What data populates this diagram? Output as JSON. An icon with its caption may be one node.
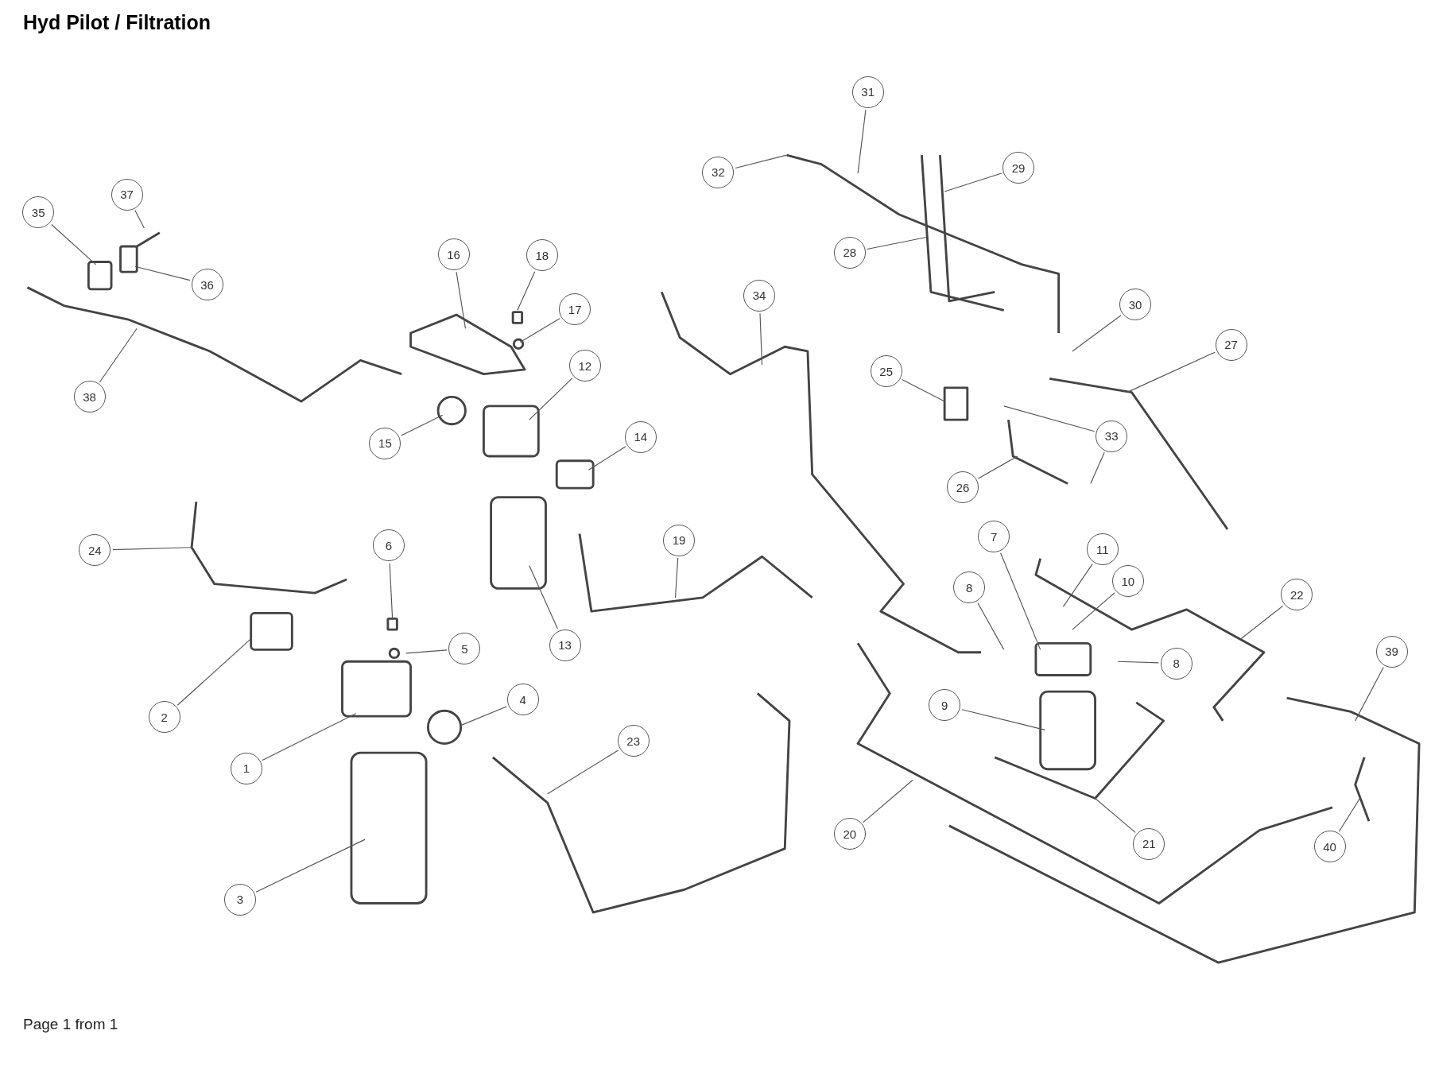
{
  "diagram": {
    "title": "Hyd Pilot / Filtration",
    "nodes": [
      {
        "text": [
          "31"
        ]
      },
      {
        "text": [
          "29"
        ]
      },
      {
        "text": [
          "32"
        ]
      },
      {
        "text": [
          "37"
        ]
      },
      {
        "text": [
          "35"
        ]
      },
      {
        "text": [
          "28"
        ]
      },
      {
        "text": [
          "16"
        ]
      },
      {
        "text": [
          "18"
        ]
      },
      {
        "text": [
          "36"
        ]
      },
      {
        "text": [
          "34"
        ]
      },
      {
        "text": [
          "30"
        ]
      },
      {
        "text": [
          "17"
        ]
      },
      {
        "text": [
          "27"
        ]
      },
      {
        "text": [
          "12"
        ]
      },
      {
        "text": [
          "25"
        ]
      },
      {
        "text": [
          "38"
        ]
      },
      {
        "text": [
          "33"
        ]
      },
      {
        "text": [
          "14"
        ]
      },
      {
        "text": [
          "15"
        ]
      },
      {
        "text": [
          "26"
        ]
      },
      {
        "text": [
          "7"
        ]
      },
      {
        "text": [
          "19"
        ]
      },
      {
        "text": [
          "6"
        ]
      },
      {
        "text": [
          "11"
        ]
      },
      {
        "text": [
          "24"
        ]
      },
      {
        "text": [
          "10"
        ]
      },
      {
        "text": [
          "8"
        ]
      },
      {
        "text": [
          "22"
        ]
      },
      {
        "text": [
          "13"
        ]
      },
      {
        "text": [
          "5"
        ]
      },
      {
        "text": [
          "39"
        ]
      },
      {
        "text": [
          "8"
        ]
      },
      {
        "text": [
          "4"
        ]
      },
      {
        "text": [
          "9"
        ]
      },
      {
        "text": [
          "2"
        ]
      },
      {
        "text": [
          "23"
        ]
      },
      {
        "text": [
          "1"
        ]
      },
      {
        "text": [
          "20"
        ]
      },
      {
        "text": [
          "21"
        ]
      },
      {
        "text": [
          "40"
        ]
      },
      {
        "text": [
          "3"
        ]
      }
    ],
    "edges": [
      {
        "from": 0,
        "to": null,
        "arrow": "none"
      },
      {
        "from": 1,
        "to": null,
        "arrow": "none"
      },
      {
        "from": 2,
        "to": null,
        "arrow": "none"
      },
      {
        "from": 3,
        "to": null,
        "arrow": "none"
      },
      {
        "from": 4,
        "to": null,
        "arrow": "none"
      },
      {
        "from": 5,
        "to": null,
        "arrow": "none"
      },
      {
        "from": 6,
        "to": null,
        "arrow": "none"
      },
      {
        "from": 7,
        "to": null,
        "arrow": "none"
      },
      {
        "from": 8,
        "to": null,
        "arrow": "none"
      },
      {
        "from": 9,
        "to": null,
        "arrow": "none"
      },
      {
        "from": 10,
        "to": null,
        "arrow": "none"
      },
      {
        "from": 11,
        "to": null,
        "arrow": "none"
      },
      {
        "from": 12,
        "to": null,
        "arrow": "none"
      },
      {
        "from": 13,
        "to": null,
        "arrow": "none"
      },
      {
        "from": 14,
        "to": null,
        "arrow": "none"
      },
      {
        "from": 15,
        "to": null,
        "arrow": "none"
      },
      {
        "from": 16,
        "to": null,
        "arrow": "none"
      },
      {
        "from": 16,
        "to": null,
        "arrow": "none"
      },
      {
        "from": 17,
        "to": null,
        "arrow": "none"
      },
      {
        "from": 18,
        "to": null,
        "arrow": "none"
      },
      {
        "from": 19,
        "to": null,
        "arrow": "none"
      },
      {
        "from": 20,
        "to": null,
        "arrow": "none"
      },
      {
        "from": 21,
        "to": null,
        "arrow": "none"
      },
      {
        "from": 22,
        "to": null,
        "arrow": "none"
      },
      {
        "from": 23,
        "to": null,
        "arrow": "none"
      },
      {
        "from": 24,
        "to": null,
        "arrow": "none"
      },
      {
        "from": 25,
        "to": null,
        "arrow": "none"
      },
      {
        "from": 26,
        "to": null,
        "arrow": "none"
      },
      {
        "from": 27,
        "to": null,
        "arrow": "none"
      },
      {
        "from": 28,
        "to": null,
        "arrow": "none"
      },
      {
        "from": 29,
        "to": null,
        "arrow": "none"
      },
      {
        "from": 30,
        "to": null,
        "arrow": "none"
      },
      {
        "from": 31,
        "to": null,
        "arrow": "none"
      },
      {
        "from": 32,
        "to": null,
        "arrow": "none"
      },
      {
        "from": 33,
        "to": null,
        "arrow": "none"
      },
      {
        "from": 34,
        "to": null,
        "arrow": "none"
      },
      {
        "from": 35,
        "to": null,
        "arrow": "none"
      },
      {
        "from": 36,
        "to": null,
        "arrow": "none"
      },
      {
        "from": 37,
        "to": null,
        "arrow": "none"
      },
      {
        "from": 38,
        "to": null,
        "arrow": "none"
      },
      {
        "from": 39,
        "to": null,
        "arrow": "none"
      },
      {
        "from": 40,
        "to": null,
        "arrow": "none"
      }
    ],
    "labels": [
      "Page 1 from 1"
    ]
  }
}
